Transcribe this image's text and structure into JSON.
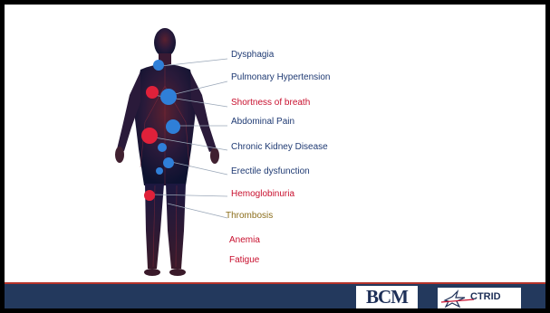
{
  "symptoms": [
    {
      "label": "Dysphagia",
      "color": "#1f3a73"
    },
    {
      "label": "Pulmonary Hypertension",
      "color": "#1f3a73"
    },
    {
      "label": "Shortness of breath",
      "color": "#c8102e"
    },
    {
      "label": "Abdominal Pain",
      "color": "#1f3a73"
    },
    {
      "label": "Chronic Kidney Disease",
      "color": "#1f3a73"
    },
    {
      "label": "Erectile dysfunction",
      "color": "#1f3a73"
    },
    {
      "label": "Hemoglobinuria",
      "color": "#c8102e"
    },
    {
      "label": "Thrombosis",
      "color": "#8b6d1a"
    },
    {
      "label": "Anemia",
      "color": "#c8102e"
    },
    {
      "label": "Fatigue",
      "color": "#c8102e"
    }
  ],
  "colors": {
    "blue_marker": "#2f7fd8",
    "red_marker": "#e0213a",
    "footer": "#23395d"
  },
  "footer": {
    "logo_bcm_text": "BCM",
    "logo_ctrid_text": "CTRID"
  }
}
